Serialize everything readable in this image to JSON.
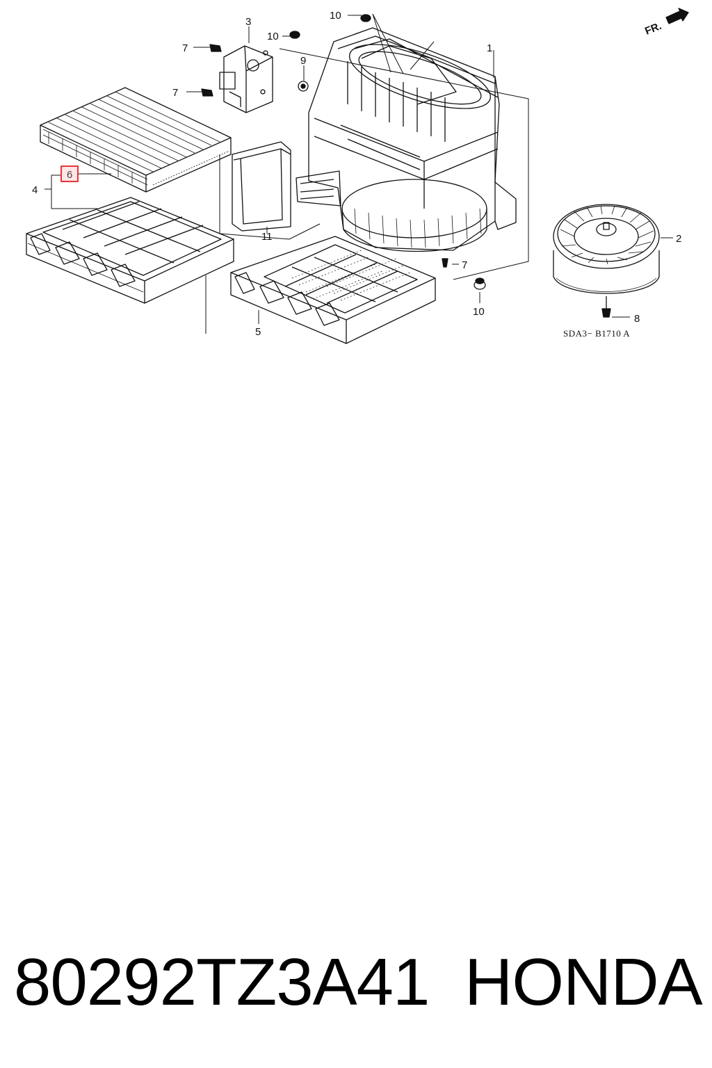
{
  "diagram": {
    "callouts": {
      "c1": "1",
      "c2": "2",
      "c3": "3",
      "c4": "4",
      "c5": "5",
      "c6": "6",
      "c7a": "7",
      "c7b": "7",
      "c7c": "7",
      "c8": "8",
      "c9": "9",
      "c10a": "10",
      "c10b": "10",
      "c10c": "10",
      "c11": "11"
    },
    "direction_label": "FR.",
    "drawing_code": "SDA3− B1710 A",
    "highlight_color": "#e8333a"
  },
  "caption": {
    "part_number": "80292TZ3A41",
    "brand": "HONDA"
  }
}
